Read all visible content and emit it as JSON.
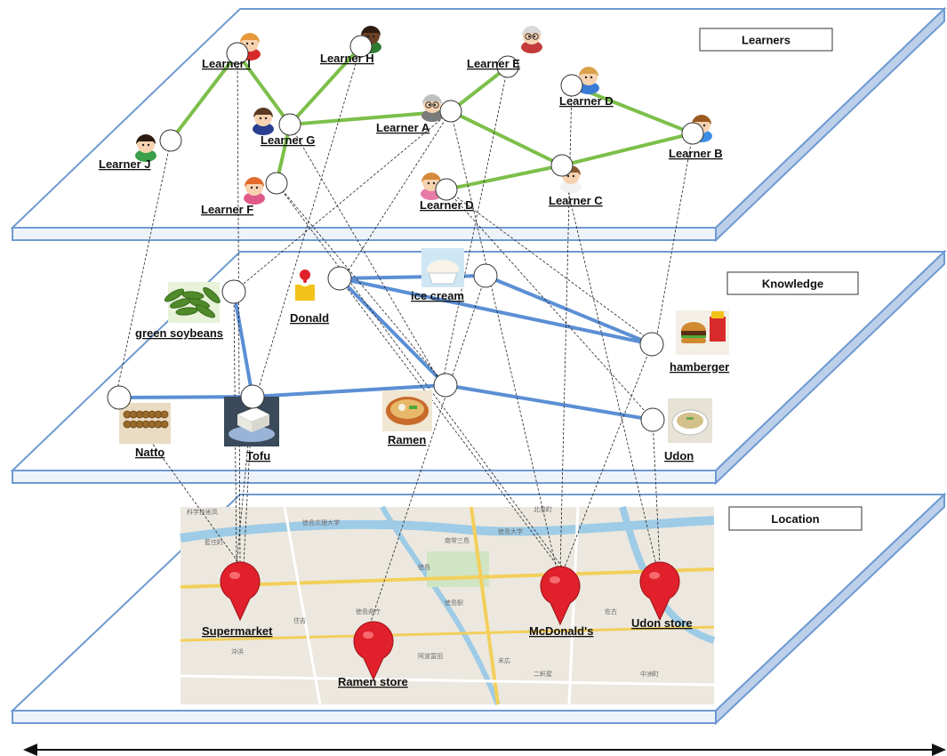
{
  "layers": {
    "learners": {
      "title": "Learners"
    },
    "knowledge": {
      "title": "Knowledge"
    },
    "location": {
      "title": "Location"
    }
  },
  "learners": [
    {
      "id": "I",
      "label": "Learner I",
      "avatar": "girl-redhead"
    },
    {
      "id": "H",
      "label": "Learner H",
      "avatar": "man-dark"
    },
    {
      "id": "E",
      "label": "Learner E",
      "avatar": "elder-glasses"
    },
    {
      "id": "D1",
      "label": "Learner D",
      "avatar": "woman-blonde"
    },
    {
      "id": "A",
      "label": "Learner A",
      "avatar": "old-man"
    },
    {
      "id": "G",
      "label": "Learner G",
      "avatar": "woman-brown"
    },
    {
      "id": "B",
      "label": "Learner B",
      "avatar": "boy-blue"
    },
    {
      "id": "J",
      "label": "Learner J",
      "avatar": "boy-green"
    },
    {
      "id": "C",
      "label": "Learner C",
      "avatar": "woman-ponytail"
    },
    {
      "id": "F",
      "label": "Learner F",
      "avatar": "girl-orange"
    },
    {
      "id": "D2",
      "label": "Learner D",
      "avatar": "girl-pink"
    }
  ],
  "knowledge": [
    {
      "id": "donald",
      "label": "Donald",
      "image": "clown-mascot"
    },
    {
      "id": "icecream",
      "label": "ice cream",
      "image": "ice-cream-cup"
    },
    {
      "id": "soy",
      "label": "green soybeans",
      "image": "soybeans"
    },
    {
      "id": "hamberger",
      "label": "hamberger",
      "image": "burger-fries"
    },
    {
      "id": "natto",
      "label": "Natto",
      "image": "natto-bowl"
    },
    {
      "id": "tofu",
      "label": "Tofu",
      "image": "tofu-block"
    },
    {
      "id": "ramen",
      "label": "Ramen",
      "image": "ramen-bowl"
    },
    {
      "id": "udon",
      "label": "Udon",
      "image": "udon-bowl"
    }
  ],
  "locations": [
    {
      "id": "super",
      "label": "Supermarket"
    },
    {
      "id": "ramenstore",
      "label": "Ramen store"
    },
    {
      "id": "mcd",
      "label": "McDonald's"
    },
    {
      "id": "udonstore",
      "label": "Udon store"
    }
  ],
  "colors": {
    "learner_link": "#7cbf4a",
    "knowledge_link": "#5b8fd4",
    "layer_edge": "#6f9ad1",
    "pin": "#e0212b"
  },
  "learner_links": [
    [
      "I",
      "J"
    ],
    [
      "I",
      "G"
    ],
    [
      "H",
      "G"
    ],
    [
      "G",
      "A"
    ],
    [
      "G",
      "F"
    ],
    [
      "E",
      "A"
    ],
    [
      "A",
      "C"
    ],
    [
      "D1",
      "B"
    ],
    [
      "C",
      "B"
    ],
    [
      "C",
      "D2"
    ]
  ],
  "knowledge_links": [
    [
      "donald",
      "icecream"
    ],
    [
      "donald",
      "hamberger"
    ],
    [
      "donald",
      "ramen"
    ],
    [
      "icecream",
      "hamberger"
    ],
    [
      "soy",
      "tofu"
    ],
    [
      "natto",
      "tofu"
    ],
    [
      "tofu",
      "ramen"
    ],
    [
      "ramen",
      "udon"
    ]
  ],
  "cross_links": [
    [
      "learner:J",
      "knowledge:natto"
    ],
    [
      "learner:I",
      "location:super"
    ],
    [
      "learner:H",
      "knowledge:tofu"
    ],
    [
      "learner:E",
      "knowledge:ramen"
    ],
    [
      "learner:A",
      "knowledge:soy"
    ],
    [
      "learner:A",
      "knowledge:donald"
    ],
    [
      "learner:A",
      "location:mcd"
    ],
    [
      "learner:D1",
      "location:mcd"
    ],
    [
      "learner:B",
      "knowledge:hamberger"
    ],
    [
      "learner:C",
      "location:udonstore"
    ],
    [
      "learner:D2",
      "knowledge:udon"
    ],
    [
      "learner:D2",
      "knowledge:hamberger"
    ],
    [
      "learner:G",
      "knowledge:ramen"
    ],
    [
      "learner:F",
      "knowledge:ramen"
    ],
    [
      "learner:F",
      "location:mcd"
    ],
    [
      "knowledge:soy",
      "location:super"
    ],
    [
      "knowledge:natto",
      "location:super"
    ],
    [
      "knowledge:tofu",
      "location:super"
    ],
    [
      "knowledge:tofu",
      "location:super"
    ],
    [
      "knowledge:donald",
      "location:mcd"
    ],
    [
      "knowledge:hamberger",
      "location:mcd"
    ],
    [
      "knowledge:icecream",
      "location:ramenstore"
    ],
    [
      "knowledge:udon",
      "location:udonstore"
    ]
  ],
  "map_labels": [
    "科学技術高",
    "徳島文理大学",
    "徳島大学",
    "徳島",
    "藍住町",
    "北島町",
    "徳島駅",
    "阿波富田",
    "沖浜",
    "二軒屋",
    "徳島県庁",
    "中洲町",
    "末広",
    "住吉",
    "佐古",
    "南常三島"
  ]
}
